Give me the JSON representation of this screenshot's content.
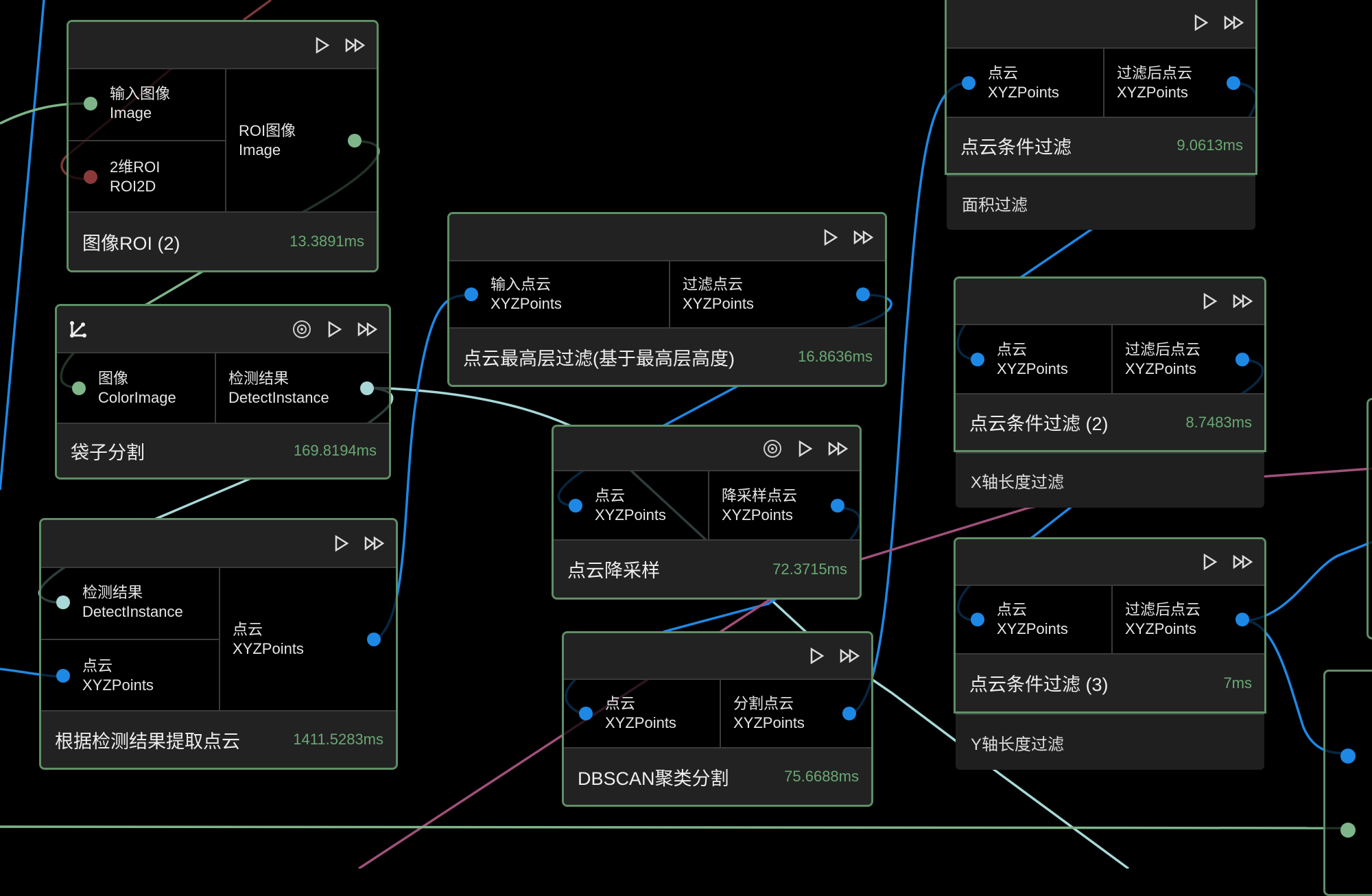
{
  "colors": {
    "node_border": "#5f8f66",
    "time": "#6aa874",
    "xyz": "#1e88e5",
    "image": "#7fb58a",
    "roi": "#8b3a3a",
    "detect": "#a8d8d8",
    "pink": "#a0507a"
  },
  "nodes": [
    {
      "title": "图像ROI (2)",
      "time": "13.3891ms",
      "header_icons": [
        "play-icon",
        "fast-forward-icon"
      ],
      "left_icon": null,
      "inputs": [
        {
          "name": "输入图像",
          "type": "Image",
          "color": "#7fb58a"
        },
        {
          "name": "2维ROI",
          "type": "ROI2D",
          "color": "#8b3a3a"
        }
      ],
      "outputs": [
        {
          "name": "ROI图像",
          "type": "Image",
          "color": "#7fb58a"
        }
      ]
    },
    {
      "title": "袋子分割",
      "time": "169.8194ms",
      "header_icons": [
        "target-icon",
        "play-icon",
        "fast-forward-icon"
      ],
      "left_icon": "branch-icon",
      "inputs": [
        {
          "name": "图像",
          "type": "ColorImage",
          "color": "#7fb58a"
        }
      ],
      "outputs": [
        {
          "name": "检测结果",
          "type": "DetectInstance",
          "color": "#a8d8d8"
        }
      ]
    },
    {
      "title": "根据检测结果提取点云",
      "time": "1411.5283ms",
      "header_icons": [
        "play-icon",
        "fast-forward-icon"
      ],
      "left_icon": null,
      "inputs": [
        {
          "name": "检测结果",
          "type": "DetectInstance",
          "color": "#a8d8d8"
        },
        {
          "name": "点云",
          "type": "XYZPoints",
          "color": "#1e88e5"
        }
      ],
      "outputs": [
        {
          "name": "点云",
          "type": "XYZPoints",
          "color": "#1e88e5"
        }
      ]
    },
    {
      "title": "点云最高层过滤(基于最高层高度)",
      "time": "16.8636ms",
      "header_icons": [
        "play-icon",
        "fast-forward-icon"
      ],
      "left_icon": null,
      "inputs": [
        {
          "name": "输入点云",
          "type": "XYZPoints",
          "color": "#1e88e5"
        }
      ],
      "outputs": [
        {
          "name": "过滤点云",
          "type": "XYZPoints",
          "color": "#1e88e5"
        }
      ]
    },
    {
      "title": "点云降采样",
      "time": "72.3715ms",
      "header_icons": [
        "target-icon",
        "play-icon",
        "fast-forward-icon"
      ],
      "left_icon": null,
      "inputs": [
        {
          "name": "点云",
          "type": "XYZPoints",
          "color": "#1e88e5"
        }
      ],
      "outputs": [
        {
          "name": "降采样点云",
          "type": "XYZPoints",
          "color": "#1e88e5"
        }
      ]
    },
    {
      "title": "DBSCAN聚类分割",
      "time": "75.6688ms",
      "header_icons": [
        "play-icon",
        "fast-forward-icon"
      ],
      "left_icon": null,
      "inputs": [
        {
          "name": "点云",
          "type": "XYZPoints",
          "color": "#1e88e5"
        }
      ],
      "outputs": [
        {
          "name": "分割点云",
          "type": "XYZPoints",
          "color": "#1e88e5"
        }
      ]
    },
    {
      "title": "点云条件过滤",
      "time": "9.0613ms",
      "header_icons": [
        "play-icon",
        "fast-forward-icon"
      ],
      "left_icon": null,
      "note": "面积过滤",
      "inputs": [
        {
          "name": "点云",
          "type": "XYZPoints",
          "color": "#1e88e5"
        }
      ],
      "outputs": [
        {
          "name": "过滤后点云",
          "type": "XYZPoints",
          "color": "#1e88e5"
        }
      ]
    },
    {
      "title": "点云条件过滤 (2)",
      "time": "8.7483ms",
      "header_icons": [
        "play-icon",
        "fast-forward-icon"
      ],
      "left_icon": null,
      "note": "X轴长度过滤",
      "inputs": [
        {
          "name": "点云",
          "type": "XYZPoints",
          "color": "#1e88e5"
        }
      ],
      "outputs": [
        {
          "name": "过滤后点云",
          "type": "XYZPoints",
          "color": "#1e88e5"
        }
      ]
    },
    {
      "title": "点云条件过滤 (3)",
      "time": "7ms",
      "header_icons": [
        "play-icon",
        "fast-forward-icon"
      ],
      "left_icon": null,
      "note": "Y轴长度过滤",
      "inputs": [
        {
          "name": "点云",
          "type": "XYZPoints",
          "color": "#1e88e5"
        }
      ],
      "outputs": [
        {
          "name": "过滤后点云",
          "type": "XYZPoints",
          "color": "#1e88e5"
        }
      ]
    }
  ]
}
